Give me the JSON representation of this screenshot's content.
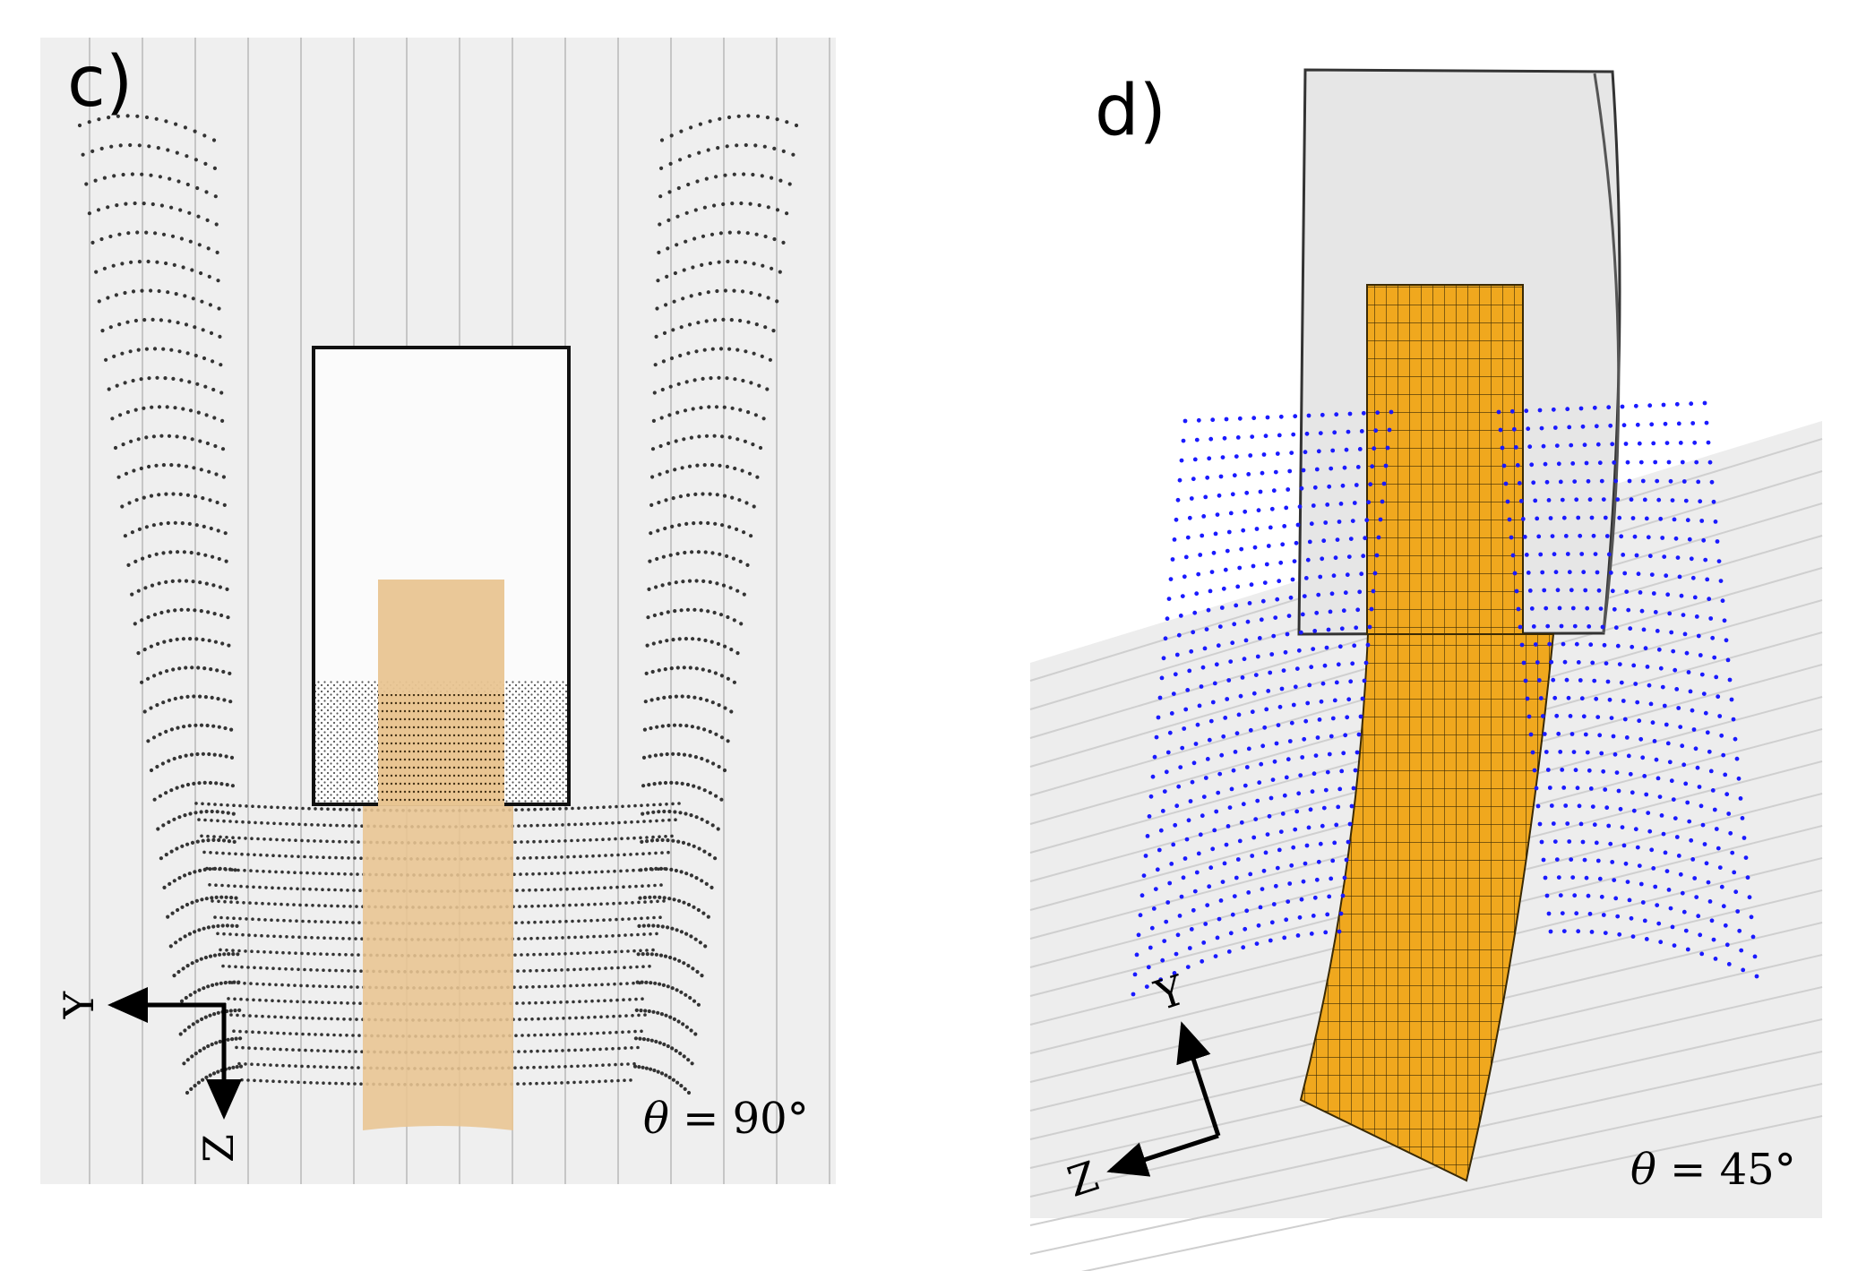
{
  "panel_c": {
    "label": "c)",
    "angle_symbol": "θ",
    "angle_text": " = 90°",
    "axis_y": "Y",
    "axis_z": "Z"
  },
  "panel_d": {
    "label": "d)",
    "angle_symbol": "θ",
    "angle_text": " = 45°",
    "axis_y": "Y",
    "axis_z": "Z"
  },
  "colors": {
    "background": "#ffffff",
    "panel_bg": "#eeeeee",
    "grid_line": "#c9c9c9",
    "dot_gray": "#333333",
    "dot_blue": "#1a1aff",
    "strip_tan": "#e9c592",
    "strip_orange": "#f0a81e",
    "cylinder_face": "#e5e5e5"
  }
}
